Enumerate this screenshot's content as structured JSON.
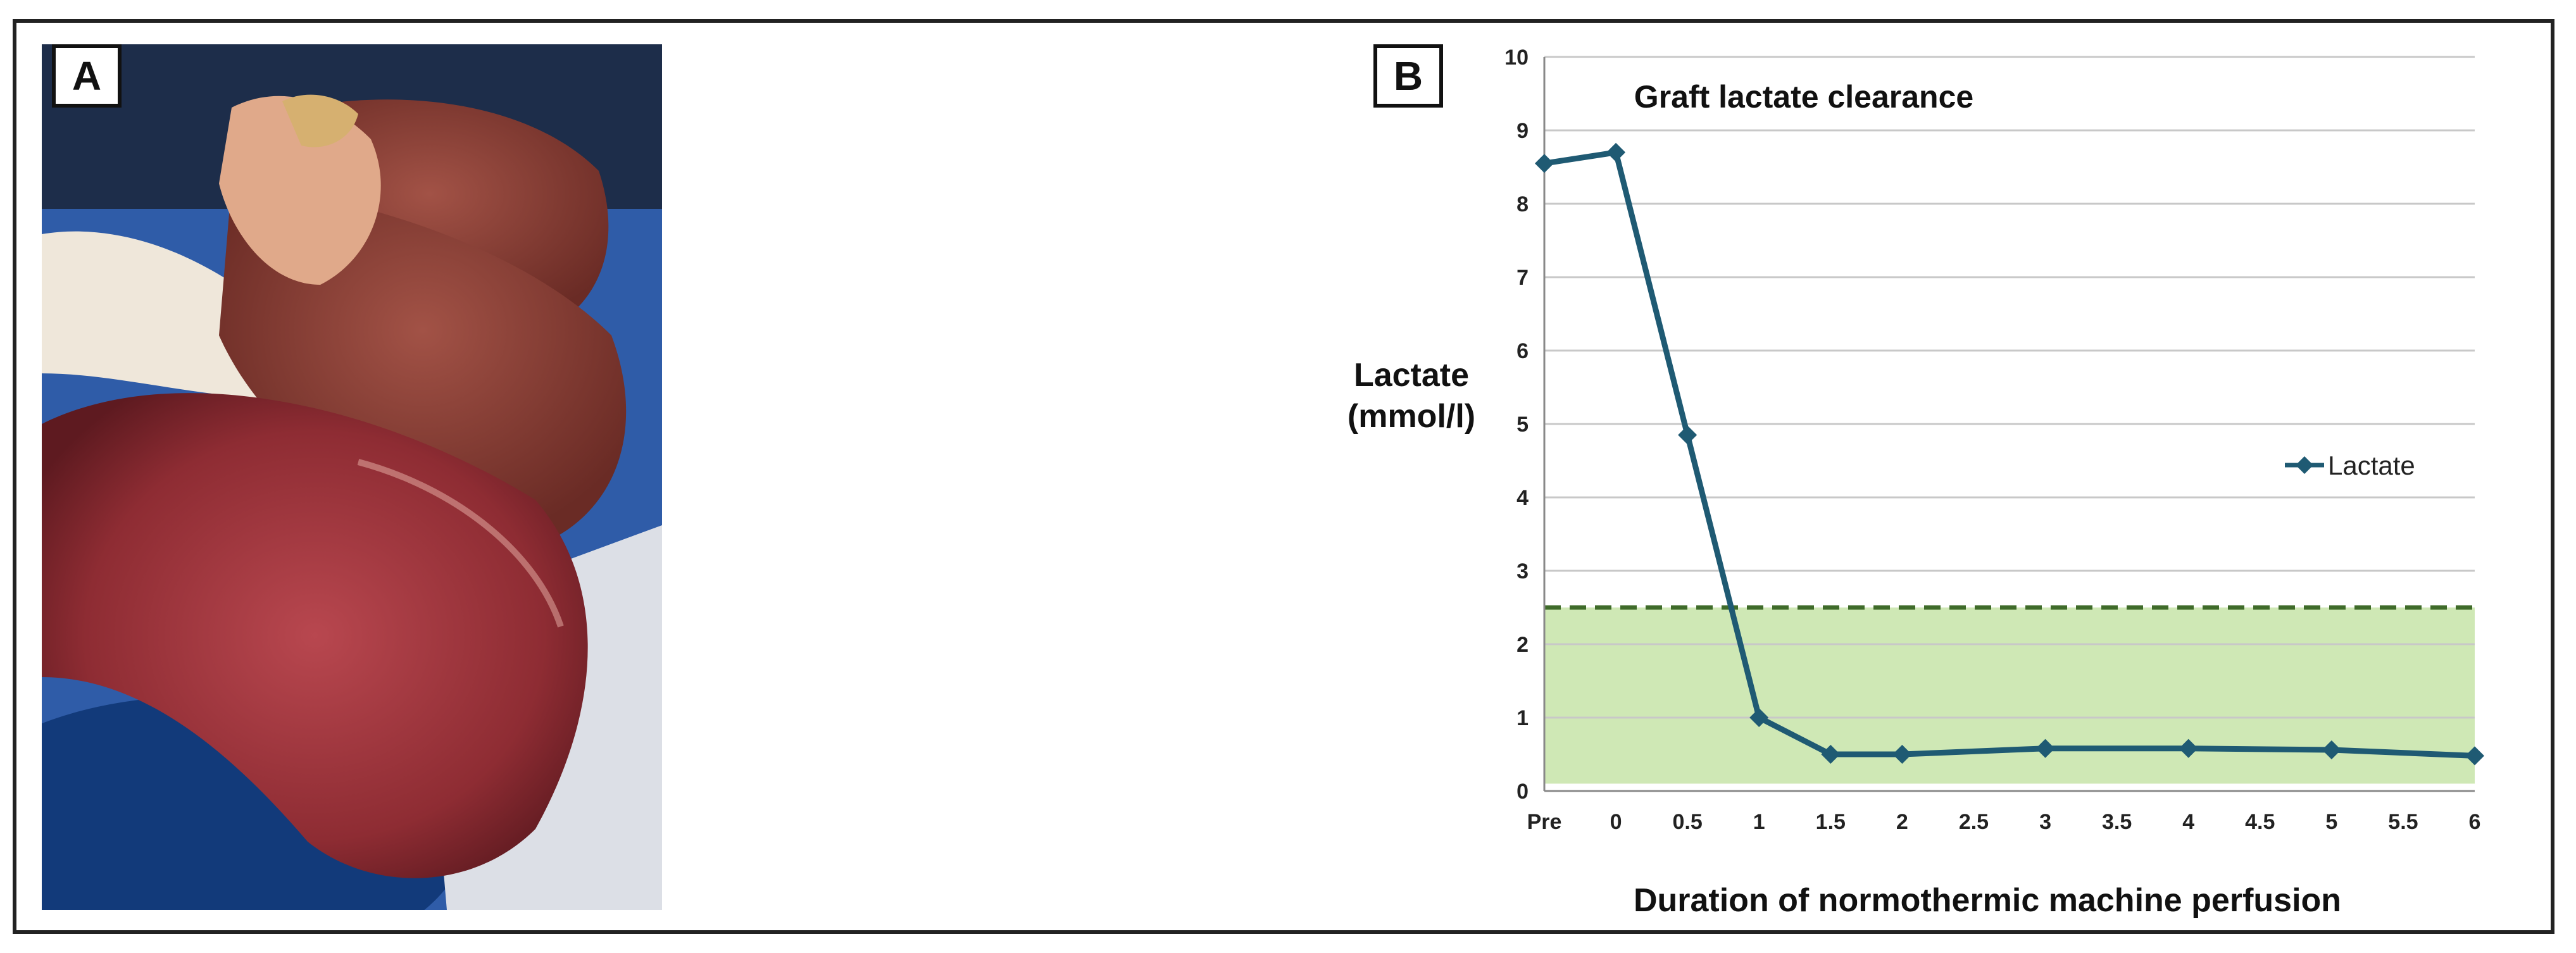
{
  "panels": {
    "a_label": "A",
    "b_label": "B"
  },
  "colors": {
    "series": "#1f5a73",
    "threshold": "#3f6b2a",
    "band": "#cfe8b5",
    "grid": "#c8c8c8"
  },
  "chart_data": {
    "type": "line",
    "title": "Graft lactate clearance",
    "ylabel": "Lactate (mmol/l)",
    "ylabel_lines": [
      "Lactate",
      "(mmol/l)"
    ],
    "xlabel": "Duration of normothermic machine perfusion",
    "x_ticks": [
      "Pre",
      "0",
      "0.5",
      "1",
      "1.5",
      "2",
      "2.5",
      "3",
      "3.5",
      "4",
      "4.5",
      "5",
      "5.5",
      "6"
    ],
    "y_ticks": [
      "0",
      "1",
      "2",
      "3",
      "4",
      "5",
      "6",
      "7",
      "8",
      "9",
      "10"
    ],
    "ylim": [
      0,
      10
    ],
    "grid": true,
    "legend_position": "right",
    "series": [
      {
        "name": "Lactate",
        "x": [
          "Pre",
          "0",
          "0.5",
          "1",
          "1.5",
          "2",
          "3",
          "4",
          "5",
          "6"
        ],
        "values": [
          8.55,
          8.7,
          4.85,
          1.0,
          0.5,
          0.5,
          0.58,
          0.58,
          0.56,
          0.48
        ]
      }
    ],
    "reference_band": {
      "from": 0.1,
      "to": 2.5
    },
    "reference_line": {
      "value": 2.5,
      "style": "dashed"
    }
  }
}
